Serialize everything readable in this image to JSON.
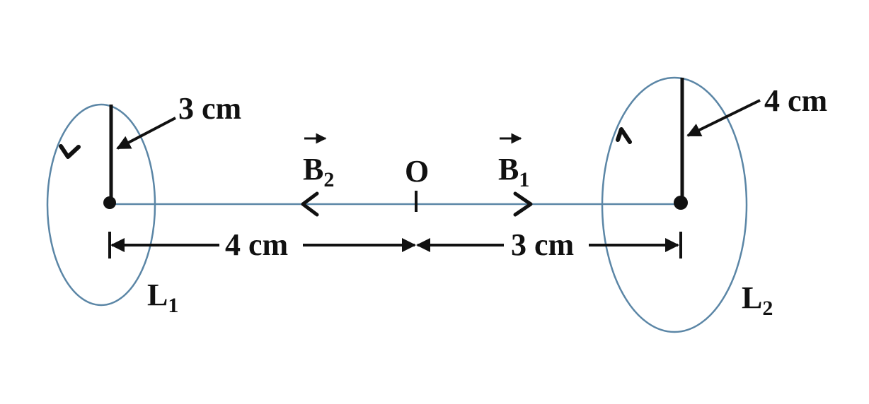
{
  "labels": {
    "radius1": "3 cm",
    "radius2": "4 cm",
    "dist_left": "4 cm",
    "dist_right": "3 cm",
    "point_o": "O",
    "b2": {
      "base": "B",
      "sub": "2"
    },
    "b1": {
      "base": "B",
      "sub": "1"
    },
    "l1": {
      "base": "L",
      "sub": "1"
    },
    "l2": {
      "base": "L",
      "sub": "2"
    }
  },
  "colors": {
    "ink": "#111111",
    "loop": "#5b86a6",
    "axis": "#5b86a6"
  }
}
